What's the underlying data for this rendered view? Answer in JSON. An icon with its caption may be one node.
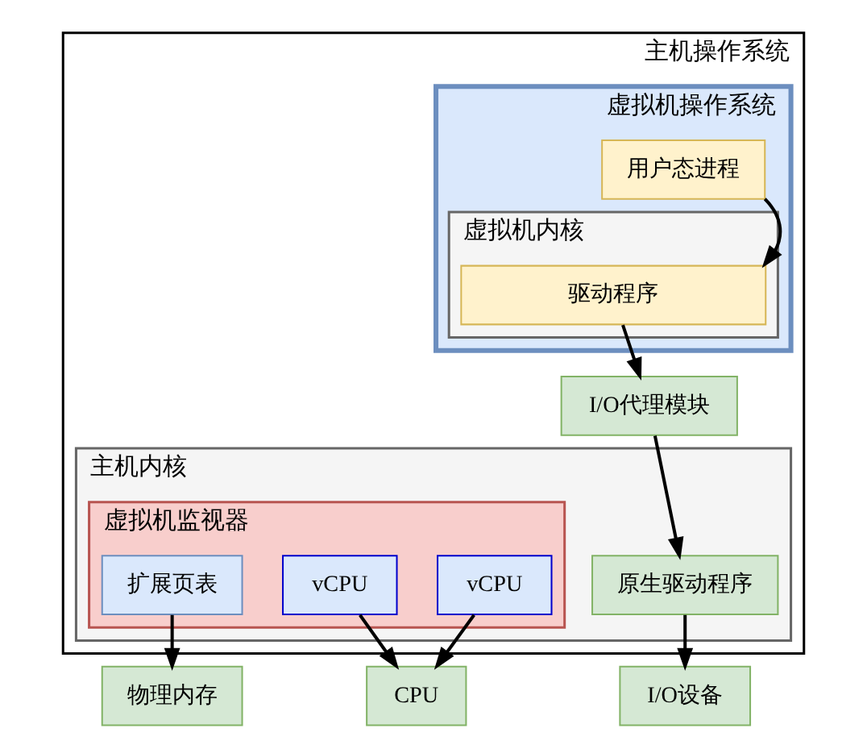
{
  "diagram": {
    "nodes": [
      {
        "text": [
          "主机操作系统"
        ]
      },
      {
        "text": [
          "虚拟机操作系统"
        ],
        "in": 0
      },
      {
        "text": [
          "用户态进程"
        ],
        "in": 1
      },
      {
        "text": [
          "虚拟机内核"
        ],
        "in": 1
      },
      {
        "text": [
          "驱动程序"
        ],
        "in": 3
      },
      {
        "text": [
          "I/O代理模块"
        ],
        "in": 0
      },
      {
        "text": [
          "主机内核"
        ],
        "in": 0
      },
      {
        "text": [
          "虚拟机监视器"
        ],
        "in": 6
      },
      {
        "text": [
          "扩展页表"
        ],
        "in": 7
      },
      {
        "text": [
          "vCPU"
        ],
        "in": 7
      },
      {
        "text": [
          "vCPU"
        ],
        "in": 7
      },
      {
        "text": [
          "原生驱动程序"
        ],
        "in": 6
      },
      {
        "text": [
          "物理内存"
        ]
      },
      {
        "text": [
          "CPU"
        ]
      },
      {
        "text": [
          "I/O设备"
        ]
      }
    ],
    "edges": [
      {
        "from": 2,
        "to": 4,
        "arrow": "to"
      },
      {
        "from": 4,
        "to": 5,
        "arrow": "to"
      },
      {
        "from": 5,
        "to": 11,
        "arrow": "to"
      },
      {
        "from": 8,
        "to": 12,
        "arrow": "to"
      },
      {
        "from": 9,
        "to": 13,
        "arrow": "to"
      },
      {
        "from": 10,
        "to": 13,
        "arrow": "to"
      },
      {
        "from": 11,
        "to": 14,
        "arrow": "to"
      }
    ]
  }
}
